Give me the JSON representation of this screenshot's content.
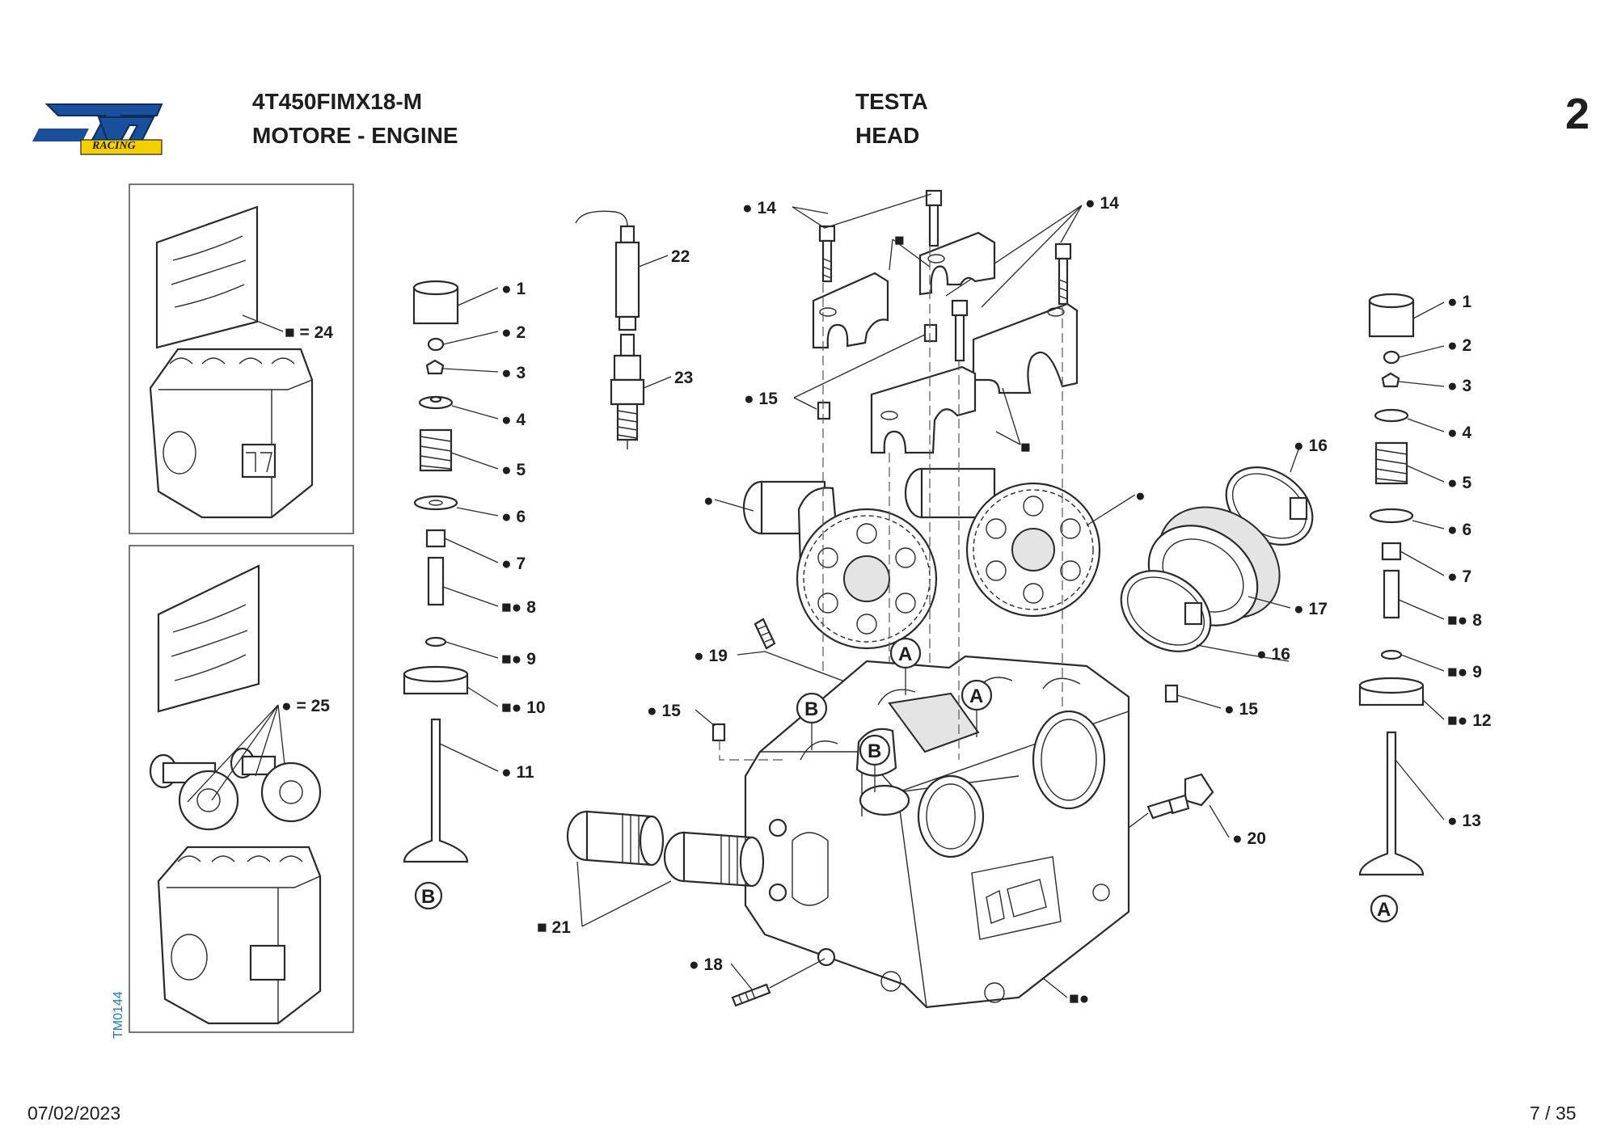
{
  "header": {
    "brand": "tm",
    "brand_sub": "RACING",
    "model_code": "4T450FIMX18-M",
    "group_title": "MOTORE - ENGINE",
    "section_it": "TESTA",
    "section_en": "HEAD",
    "page_number": "2"
  },
  "footer": {
    "date": "07/02/2023",
    "page_of": "7 / 35"
  },
  "drawing_code": "TM0144",
  "callouts": {
    "kit24": "■ = 24",
    "kit25": "● = 25",
    "l_1": "● 1",
    "l_2": "● 2",
    "l_3": "● 3",
    "l_4": "● 4",
    "l_5": "● 5",
    "l_6": "● 6",
    "l_7": "● 7",
    "l_8": "■● 8",
    "l_9": "■● 9",
    "l_10": "■● 10",
    "l_11": "● 11",
    "valve_mark_left": "B",
    "r_1": "● 1",
    "r_2": "● 2",
    "r_3": "● 3",
    "r_4": "● 4",
    "r_5": "● 5",
    "r_6": "● 6",
    "r_7": "● 7",
    "r_8": "■● 8",
    "r_9": "■● 9",
    "r_12": "■● 12",
    "r_13": "● 13",
    "valve_mark_right": "A",
    "c_22": "22",
    "c_23": "23",
    "c_14a": "● 14",
    "c_14b": "● 14",
    "c_sq_top": "■",
    "c_sq_mid": "■",
    "c_15a": "● 15",
    "c_15b": "● 15",
    "c_15c": "● 15",
    "c_cam_l": "●",
    "c_cam_r": "●",
    "c_16a": "● 16",
    "c_16b": "● 16",
    "c_17": "● 17",
    "c_19": "● 19",
    "c_20": "● 20",
    "c_21": "■ 21",
    "c_18": "● 18",
    "c_head": "■●",
    "mark_A1": "A",
    "mark_A2": "A",
    "mark_B1": "B",
    "mark_B2": "B"
  }
}
